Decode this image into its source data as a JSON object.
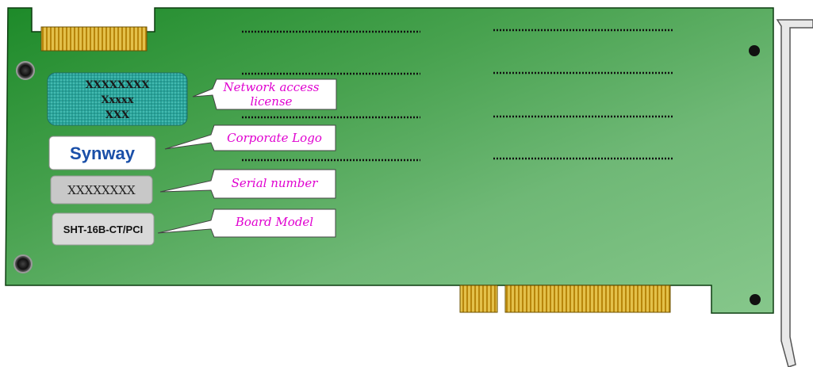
{
  "board": {
    "network_license": {
      "line1": "XXXXXXXX",
      "line2": "Xxxxx",
      "line3": "XXX"
    },
    "logo_text": "Synway",
    "serial_value": "XXXXXXXX",
    "model_value": "SHT-16B-CT/PCI"
  },
  "callouts": {
    "network_line1": "Network access",
    "network_line2": "license",
    "corporate_logo": "Corporate Logo",
    "serial_number": "Serial number",
    "board_model": "Board Model"
  },
  "colors": {
    "board_dark": "#1f8a2a",
    "board_light": "#7cc082",
    "gold": "#c9a227",
    "callout_text": "#e000d0",
    "license_fill": "#2ea7a0"
  }
}
